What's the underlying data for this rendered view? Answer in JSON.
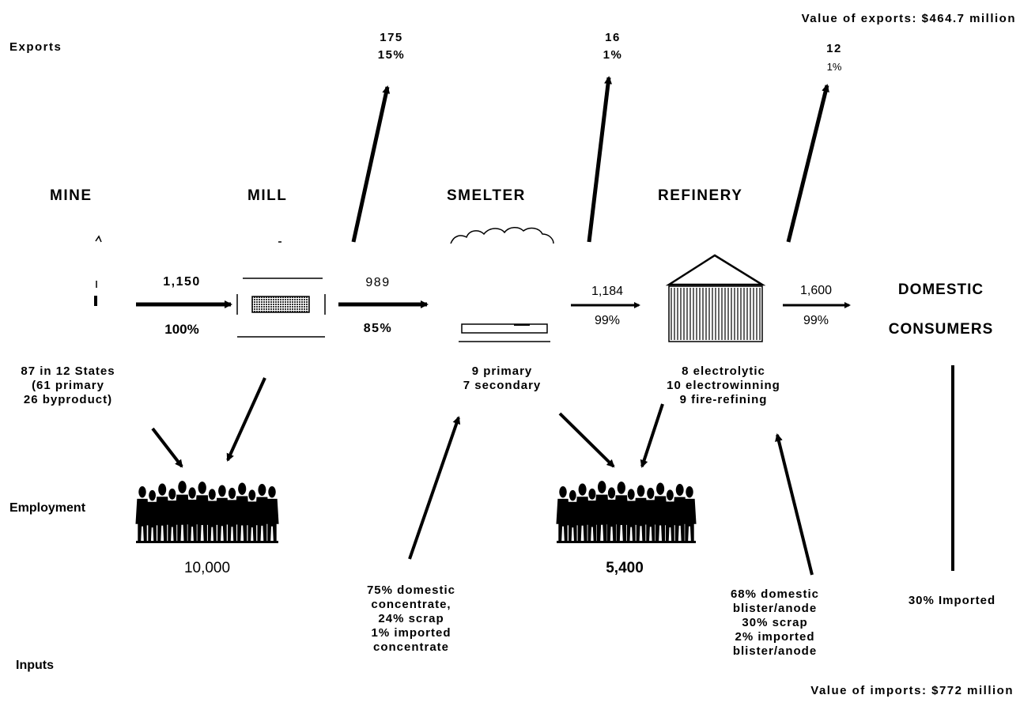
{
  "header": {
    "exports_value": "Value of exports:  $464.7 million",
    "imports_value": "Value of imports: $772 million"
  },
  "row_labels": {
    "exports": "Exports",
    "employment": "Employment",
    "inputs": "Inputs"
  },
  "stages": {
    "mine": "MINE",
    "mill": "MILL",
    "smelter": "SMELTER",
    "refinery": "REFINERY",
    "domestic_line1": "DOMESTIC",
    "domestic_line2": "CONSUMERS"
  },
  "exports": {
    "mill": {
      "amount": "175",
      "pct": "15%"
    },
    "smelter": {
      "amount": "16",
      "pct": "1%"
    },
    "refinery": {
      "amount": "12",
      "pct": "1%"
    }
  },
  "flows": {
    "mine_to_mill": {
      "amount": "1,150",
      "pct": "100%"
    },
    "mill_to_smelter": {
      "amount": "989",
      "pct": "85%"
    },
    "smelter_to_refinery": {
      "amount": "1,184",
      "pct": "99%"
    },
    "refinery_to_consumers": {
      "amount": "1,600",
      "pct": "99%"
    }
  },
  "facilities": {
    "mines": [
      "87 in 12 States",
      "(61 primary",
      "26 byproduct)"
    ],
    "smelters": [
      "9 primary",
      "7 secondary"
    ],
    "refineries": [
      "8 electrolytic",
      "10 electrowinning",
      "9 fire-refining"
    ]
  },
  "employment": {
    "mine_mill": "10,000",
    "smelter_refinery": "5,400"
  },
  "inputs": {
    "smelter": [
      "75% domestic",
      "concentrate,",
      "24% scrap",
      "1% imported",
      "concentrate"
    ],
    "refinery": [
      "68% domestic",
      "blister/anode",
      "30% scrap",
      "2% imported",
      "blister/anode"
    ],
    "consumers": "30% Imported"
  }
}
